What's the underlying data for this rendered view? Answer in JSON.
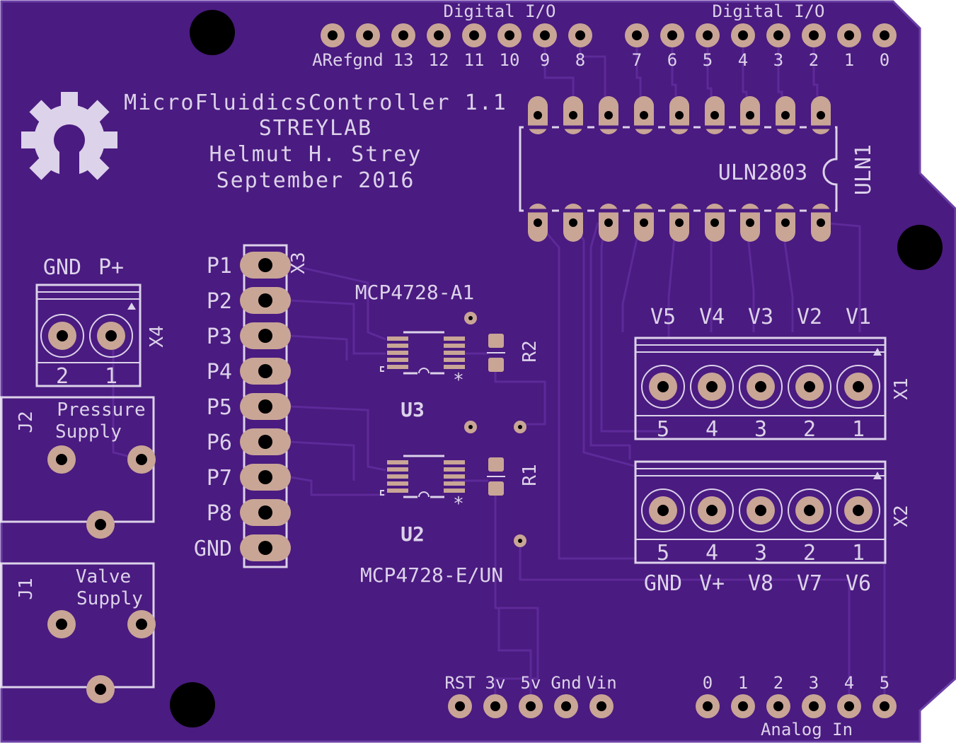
{
  "colors": {
    "board": "#4a1b80",
    "board_edge": "#6a3fa6",
    "trace": "#5d2a99",
    "silk": "#dcd2ea",
    "copper": "#c9a596",
    "hole": "#000000"
  },
  "title_block": {
    "line1": "MicroFluidicsController 1.1",
    "line2": "STREYLAB",
    "line3": "Helmut H. Strey",
    "line4": "September 2016"
  },
  "logo": {
    "icon": "open-hardware-gear-icon"
  },
  "digital_header": {
    "group_label_left": "Digital I/O",
    "group_label_right": "Digital I/O",
    "pins_left": [
      "ARef",
      "gnd",
      "13",
      "12",
      "11",
      "10",
      "9",
      "8"
    ],
    "pins_right": [
      "7",
      "6",
      "5",
      "4",
      "3",
      "2",
      "1",
      "0"
    ]
  },
  "power_header": {
    "pins": [
      "RST",
      "3v",
      "5v",
      "Gnd",
      "Vin"
    ]
  },
  "analog_header": {
    "pins": [
      "0",
      "1",
      "2",
      "3",
      "4",
      "5"
    ],
    "group_label": "Analog In"
  },
  "uln": {
    "name": "ULN1",
    "part": "ULN2803"
  },
  "x3": {
    "name": "X3",
    "pins": [
      "P1",
      "P2",
      "P3",
      "P4",
      "P5",
      "P6",
      "P7",
      "P8",
      "GND"
    ]
  },
  "x4": {
    "name": "X4",
    "top_labels": [
      "GND",
      "P+"
    ],
    "pin_numbers": [
      "2",
      "1"
    ]
  },
  "x1": {
    "name": "X1",
    "top_labels": [
      "V5",
      "V4",
      "V3",
      "V2",
      "V1"
    ],
    "pin_numbers": [
      "5",
      "4",
      "3",
      "2",
      "1"
    ]
  },
  "x2": {
    "name": "X2",
    "bottom_labels": [
      "GND",
      "V+",
      "V8",
      "V7",
      "V6"
    ],
    "pin_numbers": [
      "5",
      "4",
      "3",
      "2",
      "1"
    ]
  },
  "u3": {
    "name": "U3",
    "part": "MCP4728-A1"
  },
  "u2": {
    "name": "U2",
    "part": "MCP4728-E/UN"
  },
  "r2": {
    "name": "R2"
  },
  "r1": {
    "name": "R1"
  },
  "j2": {
    "name": "J2",
    "line1": "Pressure",
    "line2": "Supply"
  },
  "j1": {
    "name": "J1",
    "line1": "Valve",
    "line2": "Supply"
  },
  "pin1_marker": "*"
}
